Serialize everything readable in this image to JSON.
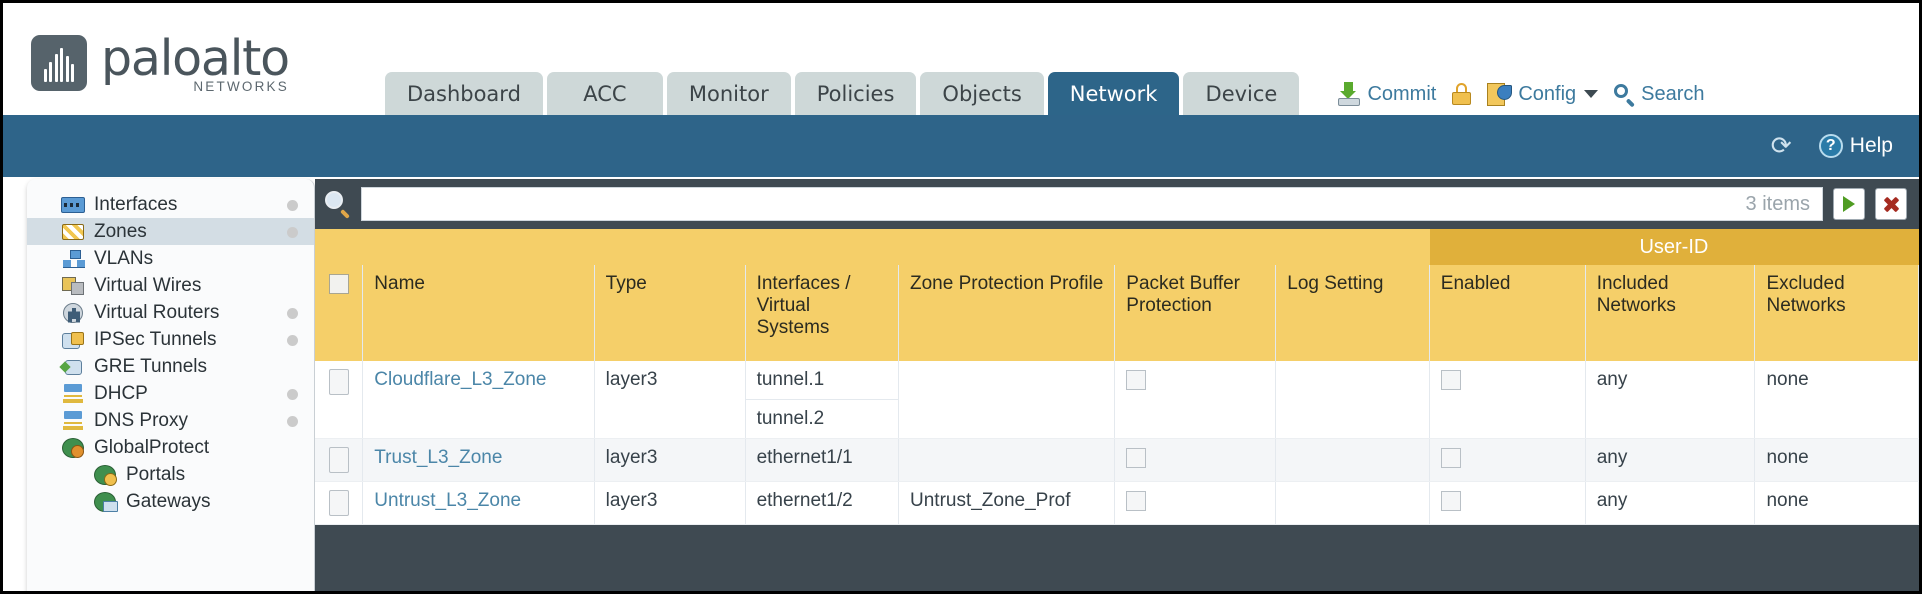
{
  "brand": {
    "name": "paloalto",
    "tagline": "NETWORKS",
    "registered": "®"
  },
  "header": {
    "tabs": [
      {
        "label": "Dashboard",
        "active": false
      },
      {
        "label": "ACC",
        "active": false
      },
      {
        "label": "Monitor",
        "active": false
      },
      {
        "label": "Policies",
        "active": false
      },
      {
        "label": "Objects",
        "active": false
      },
      {
        "label": "Network",
        "active": true
      },
      {
        "label": "Device",
        "active": false
      }
    ],
    "actions": {
      "commit": "Commit",
      "config": "Config",
      "search": "Search"
    },
    "accent_active_tab": "#2d6589",
    "tab_bg": "#ced8d8"
  },
  "bluebar": {
    "help": "Help",
    "refresh_icon": "refresh-icon",
    "bg": "#2e6489"
  },
  "sidebar": {
    "items": [
      {
        "label": "Interfaces",
        "icon": "interfaces-icon",
        "active": false,
        "dot": true,
        "child": false,
        "expander": false
      },
      {
        "label": "Zones",
        "icon": "zones-icon",
        "active": true,
        "dot": true,
        "child": false,
        "expander": false
      },
      {
        "label": "VLANs",
        "icon": "vlans-icon",
        "active": false,
        "dot": false,
        "child": false,
        "expander": false
      },
      {
        "label": "Virtual Wires",
        "icon": "virtual-wires-icon",
        "active": false,
        "dot": false,
        "child": false,
        "expander": false
      },
      {
        "label": "Virtual Routers",
        "icon": "virtual-routers-icon",
        "active": false,
        "dot": true,
        "child": false,
        "expander": false
      },
      {
        "label": "IPSec Tunnels",
        "icon": "ipsec-tunnels-icon",
        "active": false,
        "dot": true,
        "child": false,
        "expander": false
      },
      {
        "label": "GRE Tunnels",
        "icon": "gre-tunnels-icon",
        "active": false,
        "dot": false,
        "child": false,
        "expander": false
      },
      {
        "label": "DHCP",
        "icon": "dhcp-icon",
        "active": false,
        "dot": true,
        "child": false,
        "expander": false
      },
      {
        "label": "DNS Proxy",
        "icon": "dns-proxy-icon",
        "active": false,
        "dot": true,
        "child": false,
        "expander": false
      },
      {
        "label": "GlobalProtect",
        "icon": "globalprotect-icon",
        "active": false,
        "dot": false,
        "child": false,
        "expander": true
      },
      {
        "label": "Portals",
        "icon": "portals-icon",
        "active": false,
        "dot": false,
        "child": true,
        "expander": false
      },
      {
        "label": "Gateways",
        "icon": "gateways-icon",
        "active": false,
        "dot": false,
        "child": true,
        "expander": false
      }
    ]
  },
  "filterbar": {
    "search_value": "",
    "search_placeholder": "",
    "item_count": "3 items",
    "apply_icon": "apply-filter-arrow-icon",
    "clear_icon": "clear-filter-x-icon"
  },
  "table": {
    "group_header": {
      "label": "User-ID",
      "span": 3,
      "bg": "#e0b03b"
    },
    "header_bg": "#f5cf69",
    "columns": [
      "Name",
      "Type",
      "Interfaces / Virtual Systems",
      "Zone Protection Profile",
      "Packet Buffer Protection",
      "Log Setting",
      "Enabled",
      "Included Networks",
      "Excluded Networks"
    ],
    "rows": [
      {
        "selected": false,
        "name": "Cloudflare_L3_Zone",
        "type": "layer3",
        "interfaces": [
          "tunnel.1",
          "tunnel.2"
        ],
        "zone_protection_profile": "",
        "packet_buffer_protection": false,
        "log_setting": "",
        "userid_enabled": false,
        "included_networks": "any",
        "excluded_networks": "none"
      },
      {
        "selected": false,
        "name": "Trust_L3_Zone",
        "type": "layer3",
        "interfaces": [
          "ethernet1/1"
        ],
        "zone_protection_profile": "",
        "packet_buffer_protection": false,
        "log_setting": "",
        "userid_enabled": false,
        "included_networks": "any",
        "excluded_networks": "none"
      },
      {
        "selected": false,
        "name": "Untrust_L3_Zone",
        "type": "layer3",
        "interfaces": [
          "ethernet1/2"
        ],
        "zone_protection_profile": "Untrust_Zone_Prof",
        "packet_buffer_protection": false,
        "log_setting": "",
        "userid_enabled": false,
        "included_networks": "any",
        "excluded_networks": "none"
      }
    ]
  }
}
